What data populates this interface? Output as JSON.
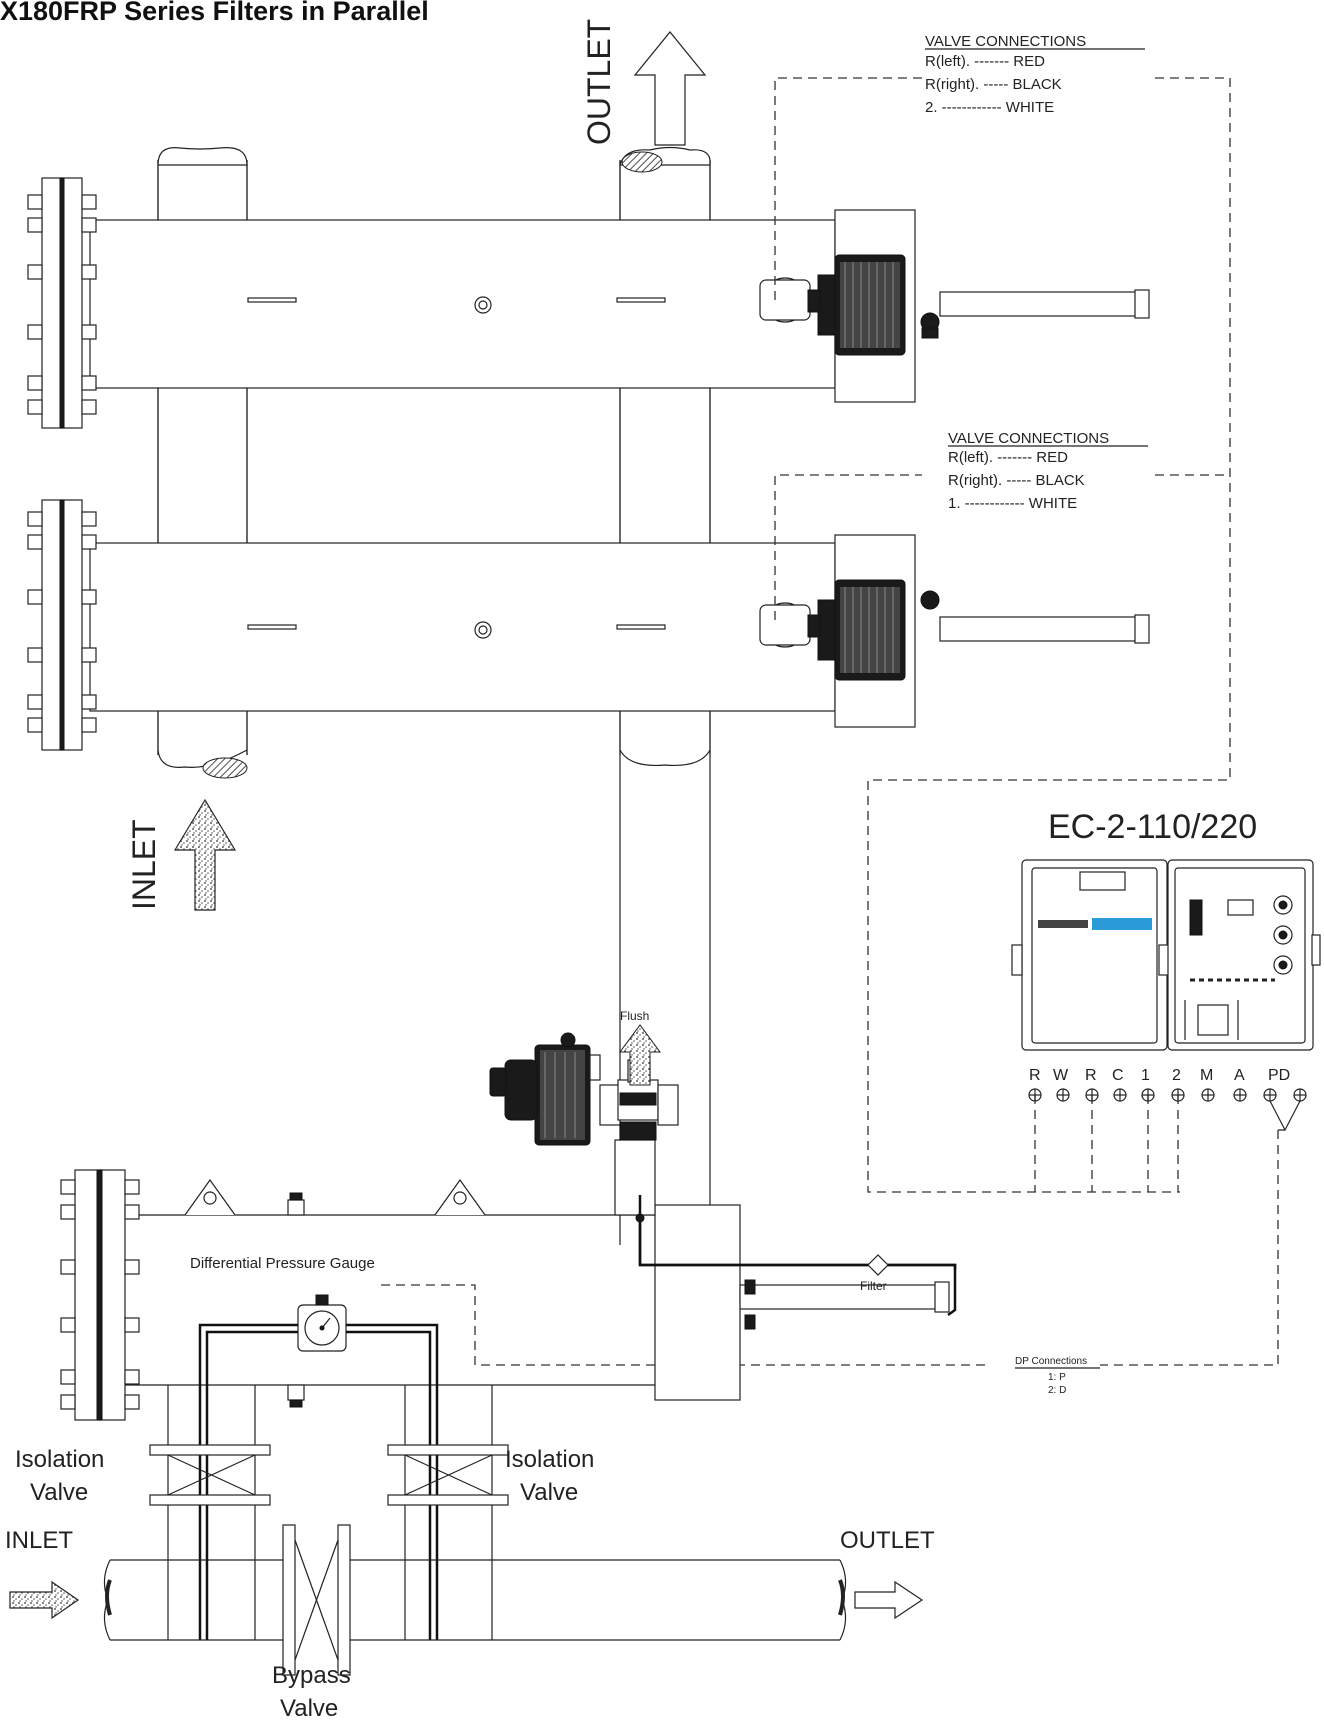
{
  "title": "X180FRP Series Filters in Parallel",
  "labels": {
    "top_outlet": "OUTLET",
    "top_inlet": "INLET",
    "controller": "EC-2-110/220",
    "flush": "Flush",
    "dp_gauge": "Differential Pressure Gauge",
    "filter": "Filter",
    "dp_connections": "DP Connections",
    "dp_p": "1: P",
    "dp_d": "2: D",
    "iso_left_1": "Isolation",
    "iso_left_2": "Valve",
    "iso_right_1": "Isolation",
    "iso_right_2": "Valve",
    "bottom_inlet": "INLET",
    "bottom_outlet": "OUTLET",
    "bypass_1": "Bypass",
    "bypass_2": "Valve"
  },
  "valve_connections_1": {
    "heading": "VALVE CONNECTIONS",
    "line1": "R(left). ------- RED",
    "line2": "R(right). ----- BLACK",
    "line3": "2. ------------ WHITE"
  },
  "valve_connections_2": {
    "heading": "VALVE CONNECTIONS",
    "line1": "R(left). ------- RED",
    "line2": "R(right). ----- BLACK",
    "line3": "1. ------------ WHITE"
  },
  "terminals": [
    "R",
    "W",
    "R",
    "C",
    "1",
    "2",
    "M",
    "A",
    "PD"
  ],
  "icons": [
    "filter-housing",
    "flange",
    "backwash-valve",
    "controller-box",
    "pressure-gauge",
    "gate-valve",
    "flow-arrow"
  ]
}
